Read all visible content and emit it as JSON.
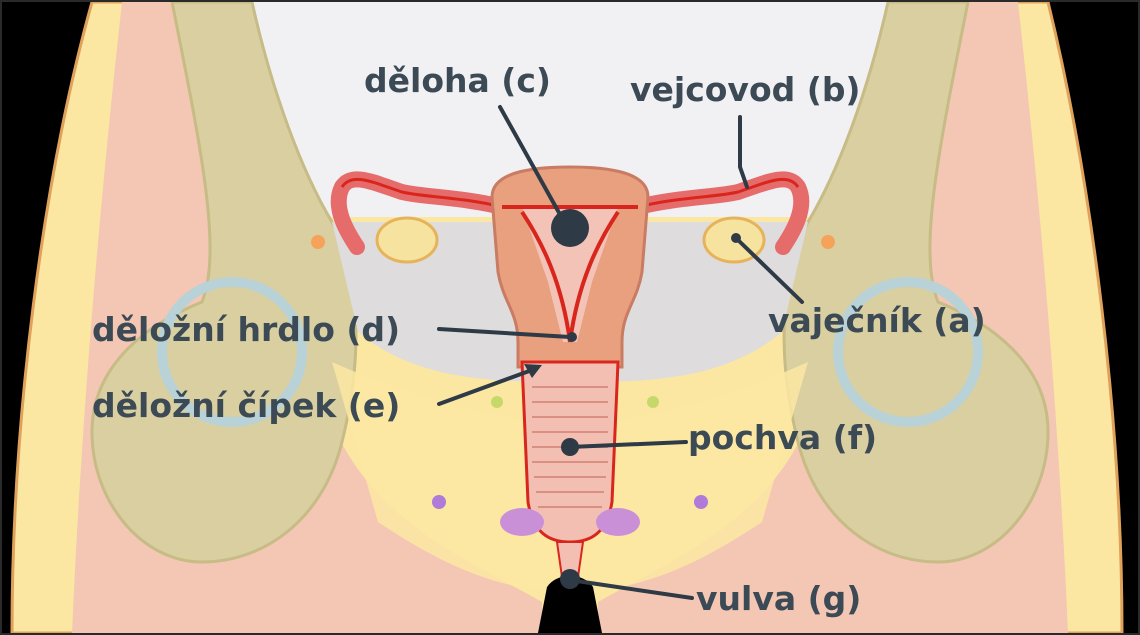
{
  "labels": {
    "uterus": "děloha (c)",
    "fallopian_tube": "vejcovod (b)",
    "ovary": "vaječník (a)",
    "cervix": "děložní hrdlo (d)",
    "cervix_tip": "děložní čípek (e)",
    "vagina": "pochva (f)",
    "vulva": "vulva (g)"
  },
  "colors": {
    "background": "#000000",
    "skin": "#fbe7a2",
    "muscle": "#f3c7b4",
    "bone": "#d9cfa0",
    "pelvic_cavity": "#f1f1f3",
    "organ_fill": "#e9a07e",
    "vessel": "#d9261c",
    "label_text": "#3c4a55"
  }
}
